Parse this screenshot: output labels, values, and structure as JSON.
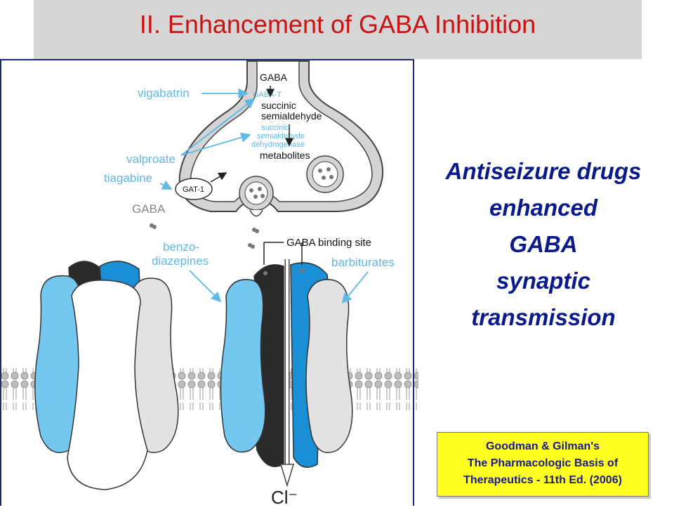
{
  "title": "II.  Enhancement of GABA Inhibition",
  "diagram": {
    "labels": {
      "gaba_top": "GABA",
      "gaba_t": "GABA-T",
      "succinic_semialdehyde_1": "succinic",
      "succinic_semialdehyde_2": "semialdehyde",
      "ssadh_1": "succinic",
      "ssadh_2": "semialdehyde",
      "ssadh_3": "dehydrogenase",
      "metabolites": "metabolites",
      "vigabatrin": "vigabatrin",
      "valproate": "valproate",
      "tiagabine": "tiagabine",
      "gat1": "GAT-1",
      "gaba_cleft": "GABA",
      "gaba_binding_site": "GABA binding site",
      "benzo_1": "benzo-",
      "benzo_2": "diazepines",
      "barbiturates": "barbiturates",
      "chloride": "Cl⁻"
    },
    "colors": {
      "drug_blue": "#5fb8e6",
      "subunit_light_blue": "#74c8f0",
      "subunit_dark_blue": "#1a8fd6",
      "subunit_black": "#2a2a2a",
      "subunit_gray": "#e2e2e2",
      "membrane_gray": "#c8c8c8"
    }
  },
  "side_text": [
    "Antiseizure drugs",
    "enhanced",
    "GABA",
    "synaptic",
    "transmission"
  ],
  "citation": [
    "Goodman & Gilman's",
    "The Pharmacologic Basis of",
    "Therapeutics - 11th Ed. (2006)"
  ]
}
